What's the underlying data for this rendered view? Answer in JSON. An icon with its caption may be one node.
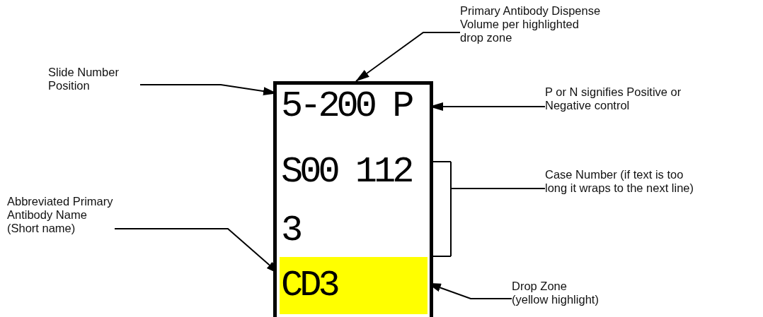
{
  "diagram": {
    "nodes": [
      {
        "text": [
          "Primary Antibody Dispense Volume per highlighted drop zone"
        ]
      },
      {
        "text": [
          "Slide Number Position"
        ]
      },
      {
        "text": [],
        "shape": "box"
      },
      {
        "text": [
          "5-200 P"
        ],
        "in": 2
      },
      {
        "text": [
          "P or N signifies Positive or Negative control"
        ]
      },
      {
        "text": [
          "S00 112",
          "3"
        ],
        "in": 2
      },
      {
        "text": [
          "Case Number (if text is too long it wraps to the next line)"
        ]
      },
      {
        "text": [
          "Abbreviated Primary Antibody Name (Short name)"
        ]
      },
      {
        "text": [
          "CD3"
        ],
        "in": 2
      },
      {
        "text": [
          "Drop Zone (yellow highlight)"
        ]
      }
    ],
    "edges": [
      {
        "from": 0,
        "to": 2,
        "arrow": "to"
      },
      {
        "from": 1,
        "to": 3,
        "arrow": "to"
      },
      {
        "from": 4,
        "to": 3,
        "arrow": "to"
      },
      {
        "from": 6,
        "to": 5,
        "arrow": "none"
      },
      {
        "from": 7,
        "to": 8,
        "arrow": "to"
      },
      {
        "from": 9,
        "to": 8,
        "arrow": "to"
      }
    ]
  }
}
